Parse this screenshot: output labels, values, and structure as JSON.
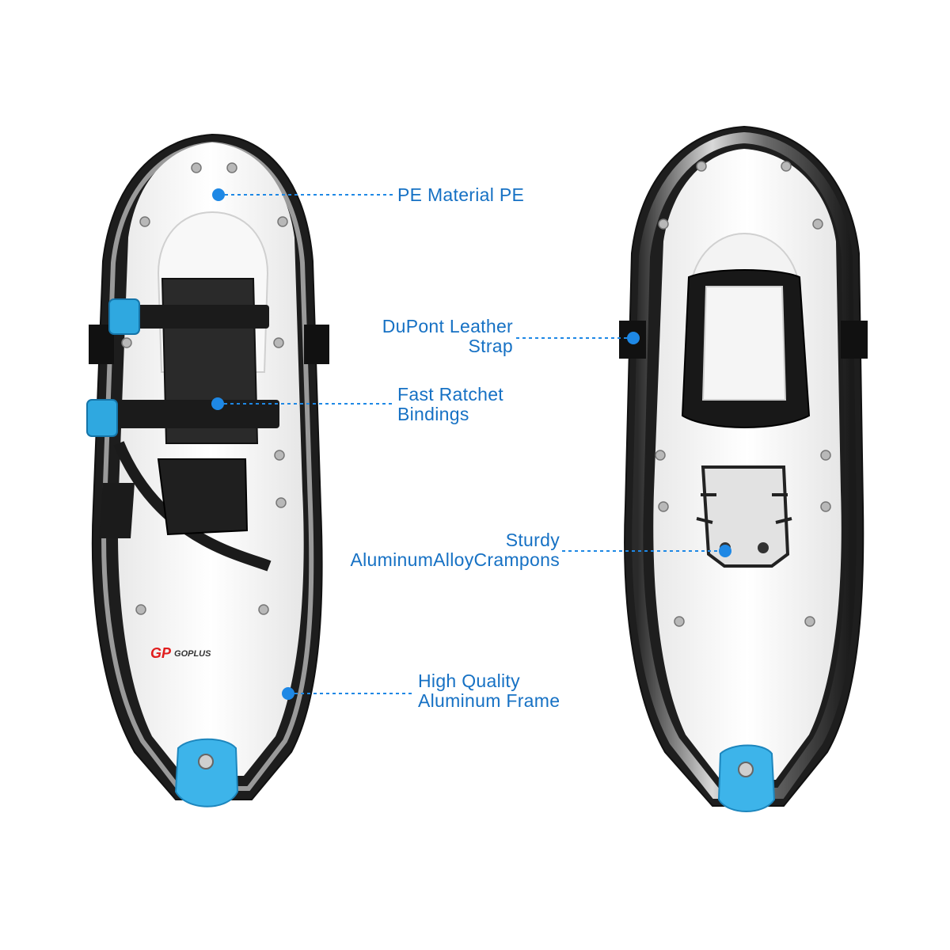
{
  "accent_color": "#1e88e5",
  "brand": {
    "logo_mark": "GP",
    "logo_text": "GOPLUS"
  },
  "callouts": {
    "pe_material": {
      "text": "PE Material  PE"
    },
    "leather_strap": {
      "line1": "DuPont Leather",
      "line2": "Strap"
    },
    "ratchet_bindings": {
      "line1": "Fast Ratchet",
      "line2": "Bindings"
    },
    "crampons": {
      "line1": "Sturdy",
      "line2": "AluminumAlloyCrampons"
    },
    "frame": {
      "line1": "High Quality",
      "line2": "Aluminum Frame"
    }
  },
  "icons": [
    "callout-dot-icon"
  ]
}
